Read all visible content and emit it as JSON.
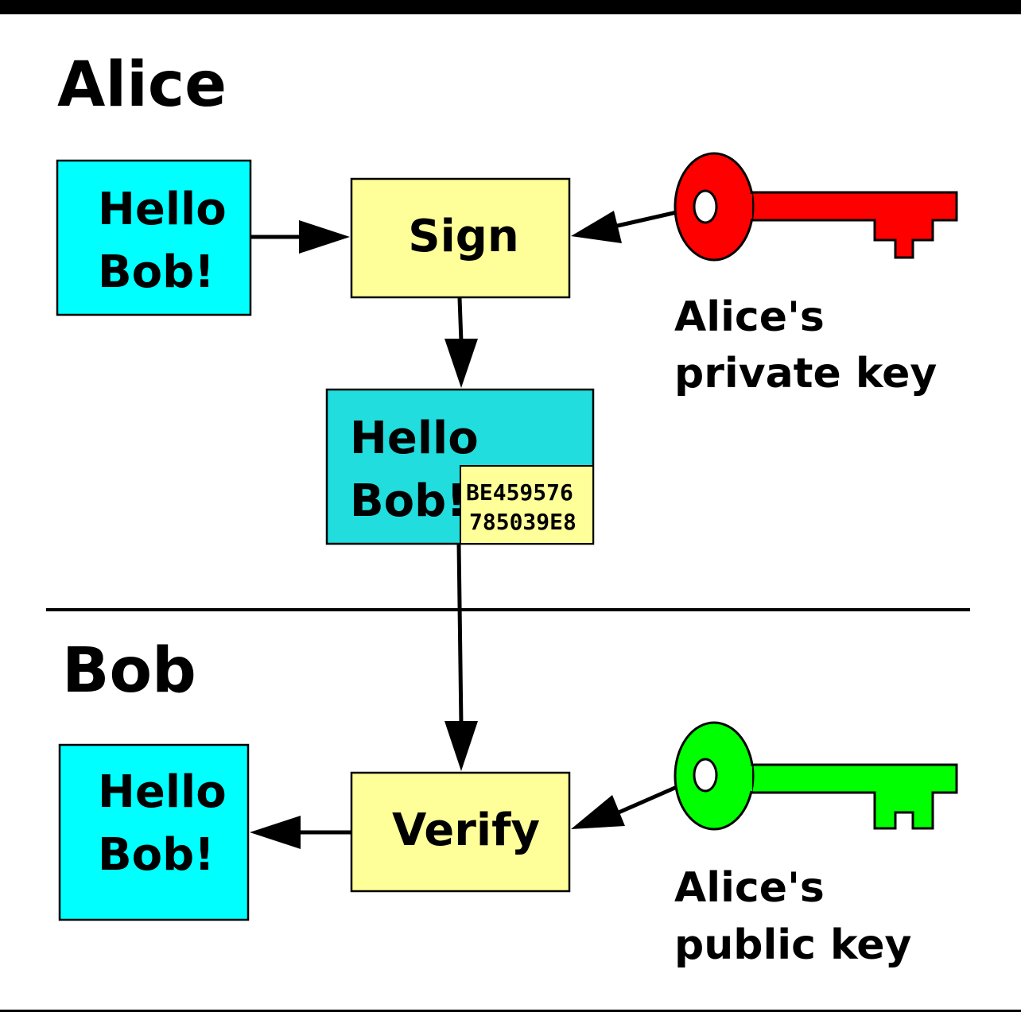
{
  "sections": {
    "alice": "Alice",
    "bob": "Bob"
  },
  "alice_flow": {
    "message_line1": "Hello",
    "message_line2": "Bob!",
    "sign_label": "Sign",
    "signed_line1": "Hello",
    "signed_line2": "Bob!",
    "signature_line1": "BE459576",
    "signature_line2": "785039E8",
    "key_caption_line1": "Alice's",
    "key_caption_line2": "private key"
  },
  "bob_flow": {
    "verify_label": "Verify",
    "message_line1": "Hello",
    "message_line2": "Bob!",
    "key_caption_line1": "Alice's",
    "key_caption_line2": "public key"
  },
  "colors": {
    "message_box": "#00ffff",
    "signed_box": "#22dddd",
    "process_box": "#ffff99",
    "private_key": "#ff0000",
    "public_key": "#00ff00",
    "frame": "#000000"
  },
  "icons": {
    "private_key": "key-icon",
    "public_key": "key-icon"
  }
}
